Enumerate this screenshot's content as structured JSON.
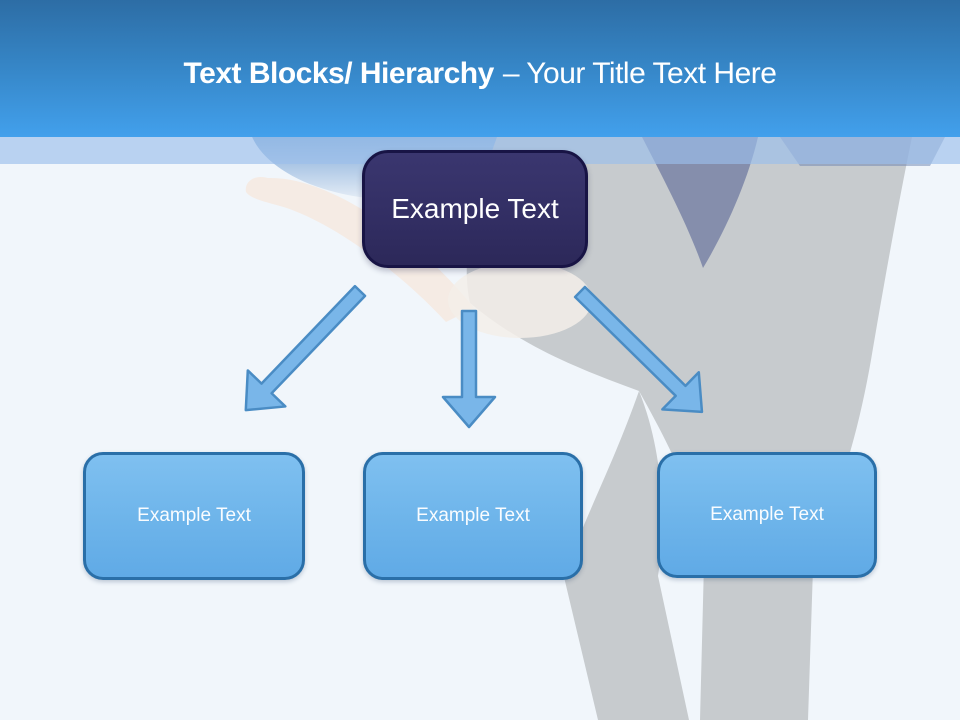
{
  "slide": {
    "header": {
      "title_bold": "Text Blocks/ Hierarchy",
      "title_regular": "– Your Title Text Here"
    },
    "diagram": {
      "root": {
        "label": "Example Text"
      },
      "children": [
        {
          "label": "Example Text"
        },
        {
          "label": "Example Text"
        },
        {
          "label": "Example Text"
        }
      ],
      "arrows": [
        "down-left",
        "down",
        "down-right"
      ]
    },
    "colors": {
      "header_gradient_top": "#2d6da5",
      "header_gradient_bottom": "#42a0ec",
      "band": "#b9d2f1",
      "background": "#f1f6fb",
      "root_fill": "#322e63",
      "root_border": "#181445",
      "child_fill": "#6db4ea",
      "child_border": "#2a6fa8",
      "arrow_fill": "#79b6e9",
      "arrow_stroke": "#4a8cc4",
      "title_text": "#ffffff",
      "node_text": "#ffffff",
      "silhouette_grey": "#c7cbce"
    }
  }
}
